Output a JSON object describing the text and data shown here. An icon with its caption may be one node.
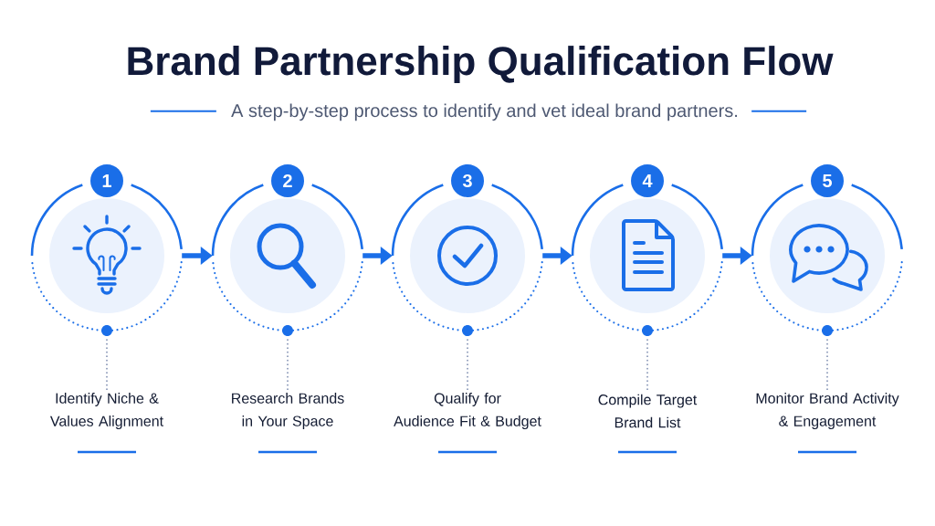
{
  "diagram": {
    "title": "Brand Partnership Qualification Flow",
    "nodes": [
      {
        "text": [
          "1"
        ]
      },
      {
        "text": [
          "2"
        ]
      },
      {
        "text": [
          "3"
        ]
      },
      {
        "text": [
          "4"
        ]
      },
      {
        "text": [
          "5"
        ]
      },
      {
        "text": [
          "Identify Niche & Values Alignment"
        ]
      },
      {
        "text": [
          "Research Brands in Your Space"
        ]
      },
      {
        "text": [
          "Qualify for Audience Fit & Budget"
        ]
      },
      {
        "text": [
          "Compile Target Brand List"
        ]
      },
      {
        "text": [
          "Monitor Brand Activity & Engagement"
        ]
      }
    ],
    "edges": [
      {
        "from": 0,
        "to": 1,
        "arrow": "to",
        "style": "thick",
        "color": "#1a6ee8"
      },
      {
        "from": 1,
        "to": 2,
        "arrow": "to",
        "style": "thick",
        "color": "#1a6ee8"
      },
      {
        "from": 2,
        "to": 3,
        "arrow": "to",
        "style": "thick",
        "color": "#1a6ee8"
      },
      {
        "from": 3,
        "to": 4,
        "arrow": "to",
        "style": "thick",
        "color": "#1a6ee8"
      },
      {
        "from": 0,
        "to": 5,
        "arrow": "none",
        "style": "dashed"
      },
      {
        "from": 1,
        "to": 6,
        "arrow": "none",
        "style": "dashed"
      },
      {
        "from": 2,
        "to": 7,
        "arrow": "none",
        "style": "dashed"
      },
      {
        "from": 3,
        "to": 8,
        "arrow": "none",
        "style": "dashed"
      },
      {
        "from": 4,
        "to": 9,
        "arrow": "none",
        "style": "dashed"
      }
    ],
    "labels": [
      "A step-by-step process to identify and vet ideal brand partners."
    ]
  }
}
